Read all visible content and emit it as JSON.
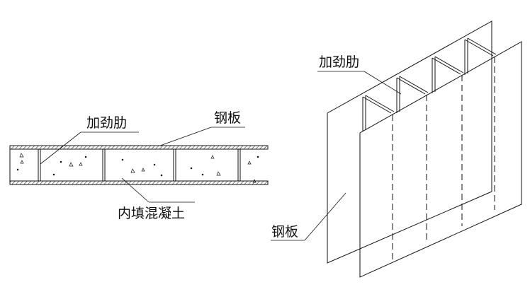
{
  "section_view": {
    "label_stiffener": "加劲肋",
    "label_steel_plate": "钢板",
    "label_concrete": "内填混凝土"
  },
  "iso_view": {
    "label_stiffener": "加劲肋",
    "label_steel_plate": "钢板"
  }
}
